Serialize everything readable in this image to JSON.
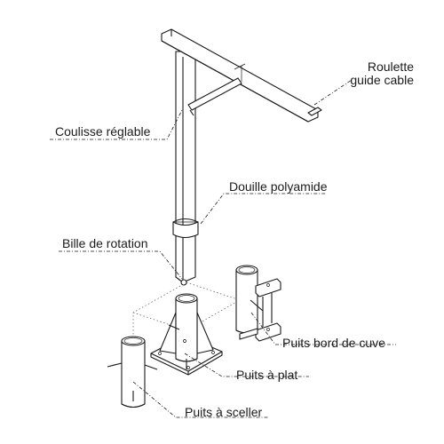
{
  "labels": {
    "roulette_line1": "Roulette",
    "roulette_line2": "guide cable",
    "coulisse": "Coulisse réglable",
    "douille": "Douille polyamide",
    "bille": "Bille de rotation",
    "puits_bord": "Puits bord de cuve",
    "puits_plat": "Puits à plat",
    "puits_sceller": "Puits à sceller"
  }
}
